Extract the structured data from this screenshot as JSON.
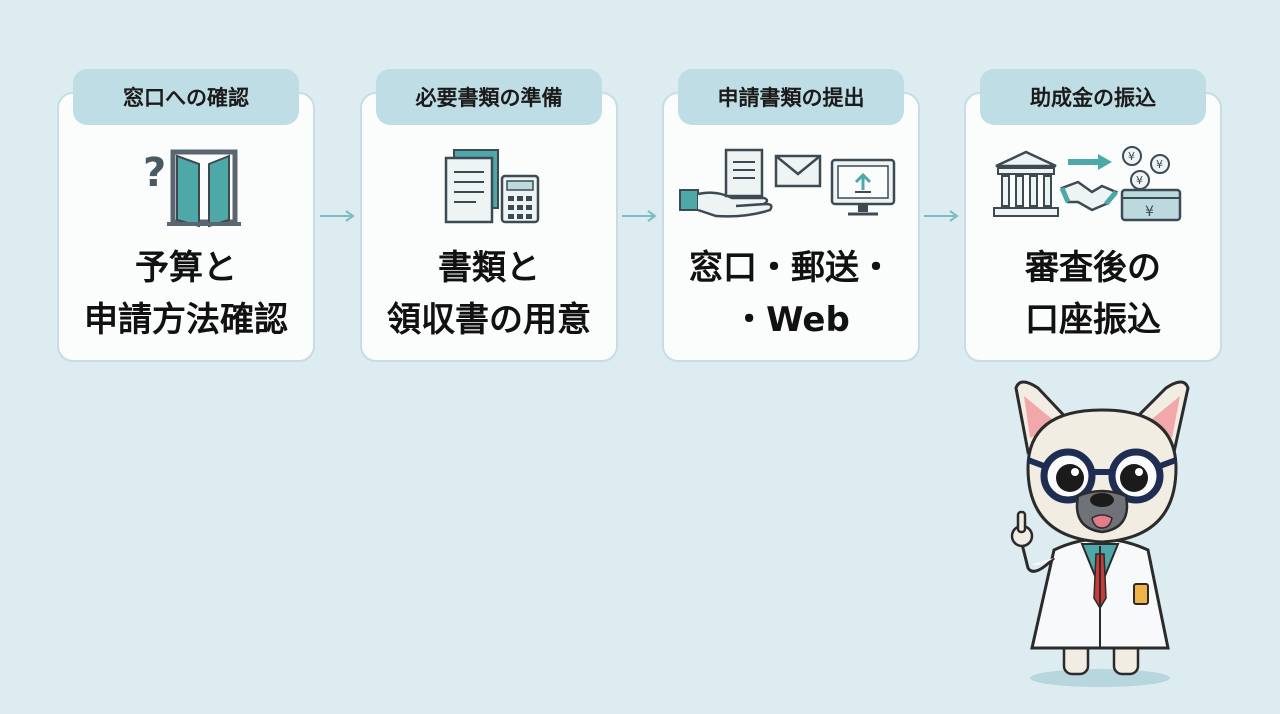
{
  "steps": [
    {
      "tab": "窓口への確認",
      "line1": "予算と",
      "line2": "申請方法確認",
      "icon": "question-door-icon"
    },
    {
      "tab": "必要書類の準備",
      "line1": "書類と",
      "line2": "領収書の用意",
      "icon": "documents-calculator-icon"
    },
    {
      "tab": "申請書類の提出",
      "line1": "窓口・郵送・",
      "line2": "・Web",
      "icon": "submit-hand-mail-upload-icon"
    },
    {
      "tab": "助成金の振込",
      "line1": "審査後の",
      "line2": "口座振込",
      "icon": "bank-handshake-yen-icon"
    }
  ],
  "colors": {
    "background": "#dcecf1",
    "tab": "#bfdde4",
    "accent": "#4fa8a8",
    "card": "#fbfdfd"
  },
  "mascot": {
    "icon": "bulldog-doctor-mascot"
  }
}
